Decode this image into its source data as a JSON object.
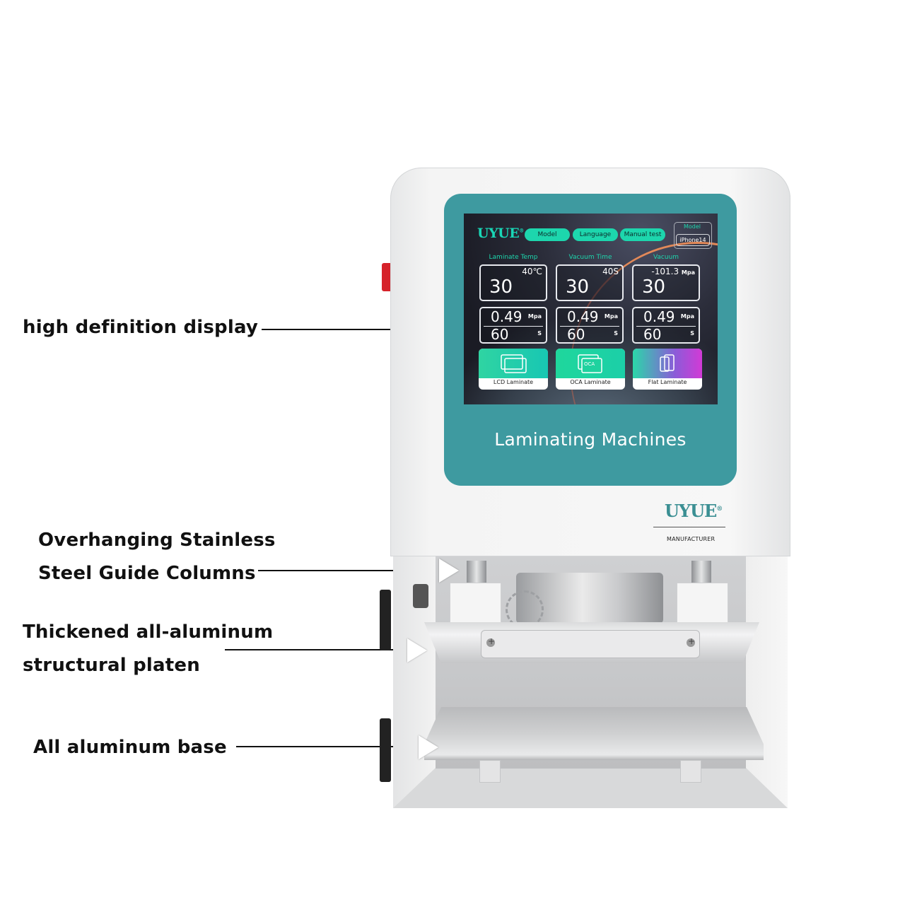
{
  "callouts": {
    "display": "high definition display",
    "columns_line1": "Overhanging Stainless",
    "columns_line2": "Steel Guide Columns",
    "platen_line1": "Thickened all-aluminum",
    "platen_line2": "structural platen",
    "base": "All aluminum base"
  },
  "screen": {
    "logo": "UYUE",
    "logo_mark": "®",
    "tabs": [
      "Model",
      "Language",
      "Manual test"
    ],
    "model_label": "Model",
    "model_value": "iPhone14",
    "panels": [
      {
        "title": "Laminate Temp",
        "setpoint": "40",
        "setpoint_unit": "℃",
        "value": "30",
        "pressure": "0.49",
        "pressure_unit": "Mpa",
        "time": "60",
        "time_unit": "S"
      },
      {
        "title": "Vacuum Time",
        "setpoint": "40",
        "setpoint_unit": "S",
        "value": "30",
        "pressure": "0.49",
        "pressure_unit": "Mpa",
        "time": "60",
        "time_unit": "S"
      },
      {
        "title": "Vacuum",
        "setpoint": "-101.3",
        "setpoint_unit": "Mpa",
        "value": "30",
        "pressure": "0.49",
        "pressure_unit": "Mpa",
        "time": "60",
        "time_unit": "S"
      }
    ],
    "modes": [
      {
        "label": "LCD Laminate",
        "icon": "lcd-screens-icon"
      },
      {
        "label": "OCA Laminate",
        "icon": "oca-film-icon",
        "icon_text": "OCA"
      },
      {
        "label": "Flat Laminate",
        "icon": "phone-icon"
      }
    ],
    "colors": {
      "accent": "#1dd6ad",
      "bezel": "#3e9aa0"
    }
  },
  "machine": {
    "panel_title": "Laminating Machines",
    "brand": "UYUE",
    "brand_mark": "®",
    "brand_sub": "MANUFACTURER"
  }
}
